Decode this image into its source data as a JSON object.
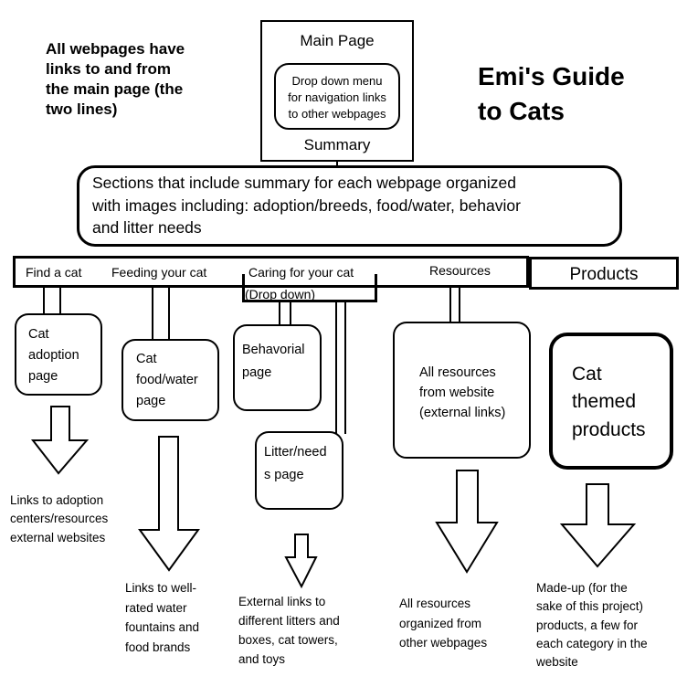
{
  "note": "All webpages have\nlinks to and from\nthe main page (the\ntwo lines)",
  "title": "Emi's Guide\nto Cats",
  "main_page": {
    "label": "Main Page",
    "dropdown": "Drop down menu\nfor navigation links\nto other webpages",
    "summary": "Summary"
  },
  "sections": "Sections that include summary for each webpage organized\nwith images including: adoption/breeds, food/water, behavior\nand litter needs",
  "nav": {
    "find_cat": "Find a cat",
    "feeding": "Feeding your cat",
    "caring": "Caring for your cat",
    "dropdown": "(Drop down)",
    "resources": "Resources",
    "products": "Products"
  },
  "pages": {
    "adoption": "Cat\nadoption\npage",
    "food_water": "Cat\nfood/water\npage",
    "behavioral": "Behavorial\npage",
    "litter": "Litter/need\ns page",
    "resources": "All resources\nfrom website\n(external links)",
    "products": "Cat\nthemed\nproducts"
  },
  "outcomes": {
    "adoption": "Links to adoption\ncenters/resources\nexternal websites",
    "food_water": "Links to well-\nrated water\nfountains and\nfood brands",
    "litter": "External links to\ndifferent litters and\nboxes, cat towers,\nand toys",
    "resources": "All resources\norganized from\nother webpages",
    "products": "Made-up (for the\nsake of this project)\nproducts, a few for\neach category in the\nwebsite"
  },
  "colors": {
    "stroke": "#000000",
    "background": "#ffffff"
  }
}
